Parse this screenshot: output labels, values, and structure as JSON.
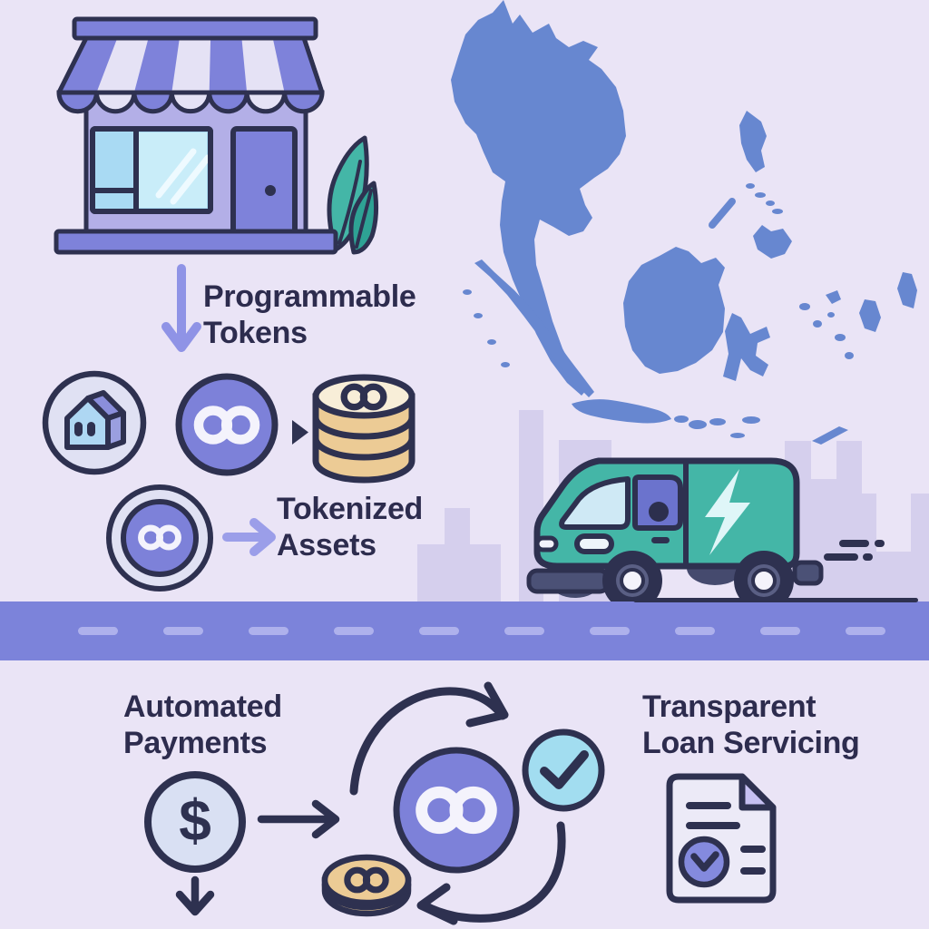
{
  "labels": {
    "programmable": {
      "line1": "Programmable",
      "line2": "Tokens"
    },
    "tokenized": {
      "line1": "Tokenized",
      "line2": "Assets"
    },
    "automated": {
      "line1": "Automated",
      "line2": "Payments"
    },
    "transparent": {
      "line1": "Transparent",
      "line2": "Loan Servicing"
    }
  },
  "symbols": {
    "dollar": "$"
  },
  "icons": {
    "storefront-icon": "shop with striped awning and plant",
    "map-icon": "southeast-asia silhouette map",
    "house-token-icon": "house inside circle",
    "infinity-token-icon": "infinity logo coin (purple circle)",
    "coin-stack-icon": "stack of gold coins with infinity mark",
    "nested-token-icon": "infinity coin inside ring",
    "delivery-van-icon": "electric delivery van with lightning bolt",
    "skyline-icon": "city skyline silhouette",
    "dollar-circle-icon": "dollar sign in circle",
    "cycle-arrows-icon": "circular exchange arrows",
    "check-circle-icon": "checkmark in cyan circle",
    "coin-icon": "gold coin with infinity mark",
    "document-icon": "loan document with verified badge",
    "arrow-down-icon": "downward arrow",
    "arrow-right-icon": "rightward arrow",
    "triangle-arrow-icon": "small solid right triangle",
    "speed-lines-icon": "motion dashes"
  },
  "palette": {
    "bg": "#eae4f6",
    "ink": "#2e3150",
    "text": "#2d2c4e",
    "periwinkle": "#7e82da",
    "lavender-body": "#b3afe7",
    "awning-light": "#e5e2f5",
    "glass": "#a9daf3",
    "glass-light": "#c9edf9",
    "teal": "#44b6a7",
    "teal-dark": "#2ea294",
    "map-blue": "#6787d0",
    "skyline": "#d5cfed",
    "road": "#7c83da",
    "road-dash": "#aeb1ec",
    "token-purple": "#7d81d9",
    "token-light": "#e0e1f3",
    "coin-tan": "#eccb95",
    "coin-cream": "#f8eed8",
    "circle-light": "#d9e0f3",
    "check-cyan": "#a2ddf0",
    "paper": "#eceaf7",
    "fold": "#c6c0f2",
    "badge": "#848ade",
    "arrow-periwinkle": "#8f93e6",
    "arrow-purple": "#9b9ee9",
    "window-blue": "#6b73cd",
    "bumper": "#4b5176",
    "wheel-ring": "#5a5f84",
    "bolt": "#dff6f8"
  }
}
